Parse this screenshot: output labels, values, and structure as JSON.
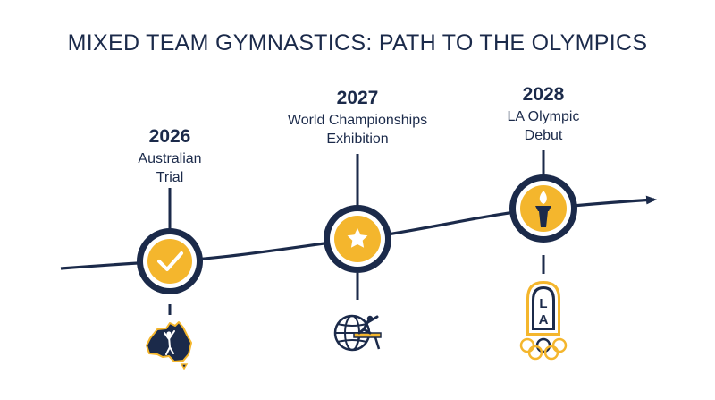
{
  "title": "MIXED TEAM GYMNASTICS: PATH TO THE OLYMPICS",
  "colors": {
    "navy": "#1b2a4a",
    "gold": "#f4b62d",
    "white": "#ffffff"
  },
  "milestones": [
    {
      "year": "2026",
      "label_lines": [
        "Australian",
        "Trial"
      ],
      "icon": "checkmark-icon",
      "bottom_icon": "australia-gymnast-icon"
    },
    {
      "year": "2027",
      "label_lines": [
        "World Championships",
        "Exhibition"
      ],
      "icon": "star-icon",
      "bottom_icon": "globe-gymnast-icon"
    },
    {
      "year": "2028",
      "label_lines": [
        "LA Olympic",
        "Debut"
      ],
      "icon": "olympic-torch-icon",
      "bottom_icon": "la28-olympic-rings-icon"
    }
  ],
  "la_logo_text": [
    "L",
    "A"
  ]
}
